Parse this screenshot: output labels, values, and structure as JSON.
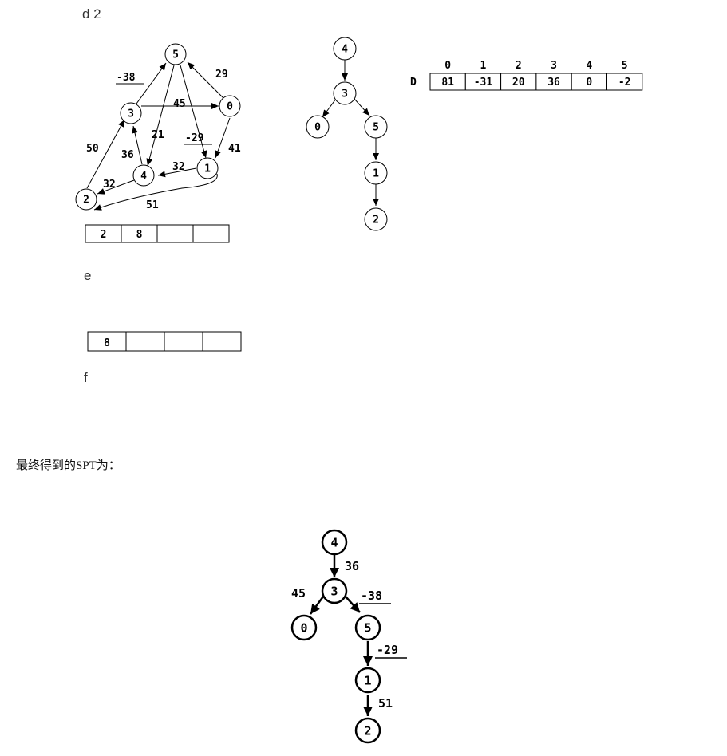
{
  "section_labels": {
    "d": "d 2",
    "e": "e",
    "f": "f"
  },
  "caption": "最终得到的SPT为：",
  "graph": {
    "nodes": [
      "5",
      "0",
      "3",
      "4",
      "1",
      "2"
    ],
    "edges": [
      {
        "from": "3",
        "to": "5",
        "weight": "-38",
        "underline": true
      },
      {
        "from": "0",
        "to": "5",
        "weight": "29"
      },
      {
        "from": "3",
        "to": "0",
        "weight": "45"
      },
      {
        "from": "5",
        "to": "4",
        "weight": "21"
      },
      {
        "from": "5",
        "to": "1",
        "weight": "-29",
        "underline": true
      },
      {
        "from": "0",
        "to": "1",
        "weight": "41"
      },
      {
        "from": "2",
        "to": "3",
        "weight": "50"
      },
      {
        "from": "4",
        "to": "3",
        "weight": "36"
      },
      {
        "from": "1",
        "to": "4",
        "weight": "32"
      },
      {
        "from": "4",
        "to": "2",
        "weight": "32"
      },
      {
        "from": "1",
        "to": "2",
        "weight": "51"
      }
    ]
  },
  "queue_d": [
    "2",
    "8",
    "",
    ""
  ],
  "queue_e": [
    "8",
    "",
    "",
    ""
  ],
  "small_tree": {
    "nodes": [
      "4",
      "3",
      "0",
      "5",
      "1",
      "2"
    ],
    "edges": [
      [
        "4",
        "3"
      ],
      [
        "3",
        "0"
      ],
      [
        "3",
        "5"
      ],
      [
        "5",
        "1"
      ],
      [
        "1",
        "2"
      ]
    ]
  },
  "dist_table": {
    "row_label": "D",
    "headers": [
      "0",
      "1",
      "2",
      "3",
      "4",
      "5"
    ],
    "values": [
      "81",
      "-31",
      "20",
      "36",
      "0",
      "-2"
    ]
  },
  "final_tree": {
    "nodes": [
      "4",
      "3",
      "0",
      "5",
      "1",
      "2"
    ],
    "edges": [
      {
        "from": "4",
        "to": "3",
        "weight": "36"
      },
      {
        "from": "3",
        "to": "0",
        "weight": "45"
      },
      {
        "from": "3",
        "to": "5",
        "weight": "-38",
        "underline": true
      },
      {
        "from": "5",
        "to": "1",
        "weight": "-29",
        "underline": true
      },
      {
        "from": "1",
        "to": "2",
        "weight": "51"
      }
    ]
  }
}
